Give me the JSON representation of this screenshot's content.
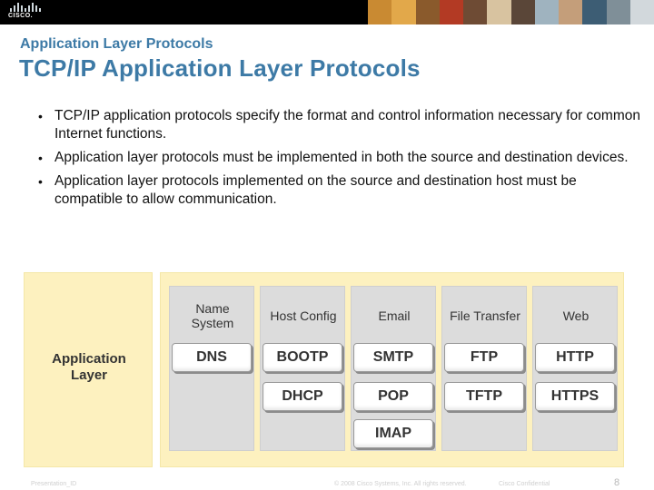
{
  "header": {
    "logo_text": "CISCO."
  },
  "slide": {
    "subtitle": "Application Layer Protocols",
    "title": "TCP/IP Application Layer Protocols",
    "bullets": [
      "TCP/IP application protocols specify the format and control information necessary for common Internet functions.",
      "Application layer protocols must be implemented in both the source and destination devices.",
      "Application layer protocols implemented on the source and destination host must be compatible to allow communication."
    ]
  },
  "diagram": {
    "layer_label_line1": "Application",
    "layer_label_line2": "Layer",
    "columns": [
      {
        "header_line1": "Name",
        "header_line2": "System",
        "protocols": [
          "DNS"
        ]
      },
      {
        "header_line1": "Host Config",
        "header_line2": "",
        "protocols": [
          "BOOTP",
          "DHCP"
        ]
      },
      {
        "header_line1": "Email",
        "header_line2": "",
        "protocols": [
          "SMTP",
          "POP",
          "IMAP"
        ]
      },
      {
        "header_line1": "File Transfer",
        "header_line2": "",
        "protocols": [
          "FTP",
          "TFTP"
        ]
      },
      {
        "header_line1": "Web",
        "header_line2": "",
        "protocols": [
          "HTTP",
          "HTTPS"
        ]
      }
    ],
    "colors": {
      "panel_background": "#fdf1bf",
      "column_background": "#dcdcdc",
      "title_color": "#3d7aa6"
    }
  },
  "footer": {
    "left": "Presentation_ID",
    "copyright": "© 2008 Cisco Systems, Inc. All rights reserved.",
    "confidential": "Cisco Confidential",
    "page_number": "8"
  }
}
